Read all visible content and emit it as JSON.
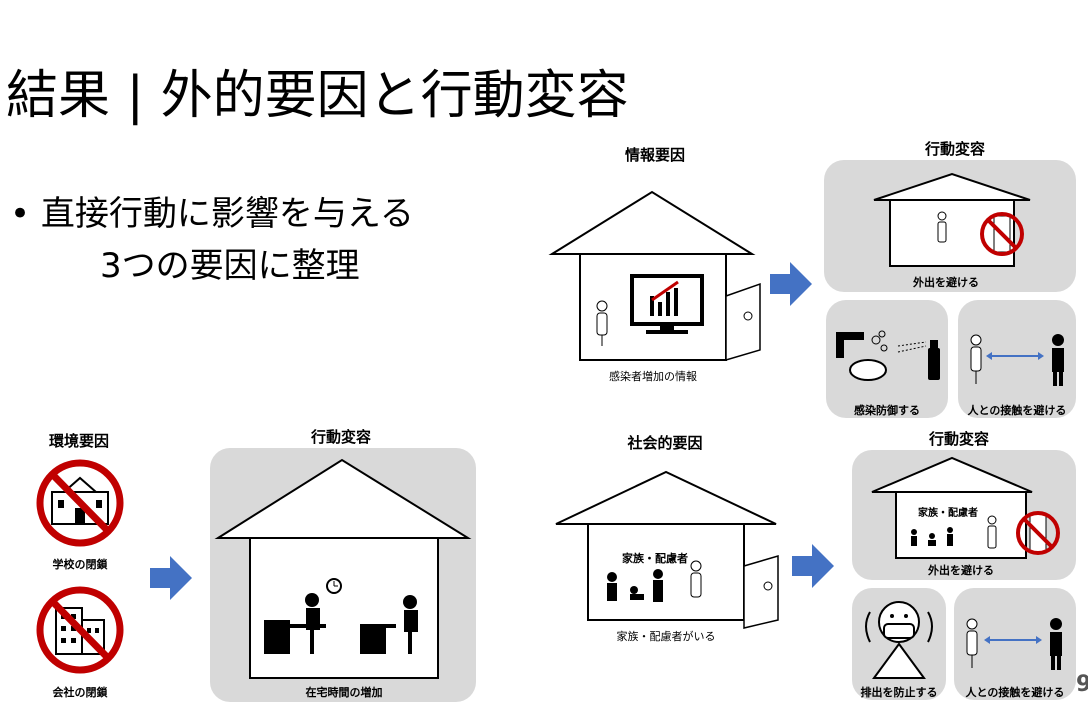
{
  "slide": {
    "title": "結果 | 外的要因と行動変容",
    "bullet_line1": "• 直接行動に影響を与える",
    "bullet_line2": "3つの要因に整理",
    "page_number": "9"
  },
  "info_factor": {
    "header": "情報要因",
    "caption": "感染者増加の情報"
  },
  "info_behavior": {
    "header": "行動変容",
    "avoid_outing": "外出を避ける",
    "infection_defense": "感染防御する",
    "avoid_contact": "人との接触を避ける"
  },
  "env_factor": {
    "header": "環境要因",
    "school_closure": "学校の閉鎖",
    "company_closure": "会社の閉鎖"
  },
  "env_behavior": {
    "header": "行動変容",
    "caption": "在宅時間の増加"
  },
  "social_factor": {
    "header": "社会的要因",
    "inner_label": "家族・配慮者",
    "caption": "家族・配慮者がいる"
  },
  "social_behavior": {
    "header": "行動変容",
    "inner_label": "家族・配慮者",
    "avoid_outing": "外出を避ける",
    "prevent_emission": "排出を防止する",
    "avoid_contact": "人との接触を避ける"
  },
  "colors": {
    "arrow": "#4472c4",
    "panel": "#d9d9d9",
    "prohibit": "#c00000",
    "contact_arrow": "#4472c4"
  }
}
